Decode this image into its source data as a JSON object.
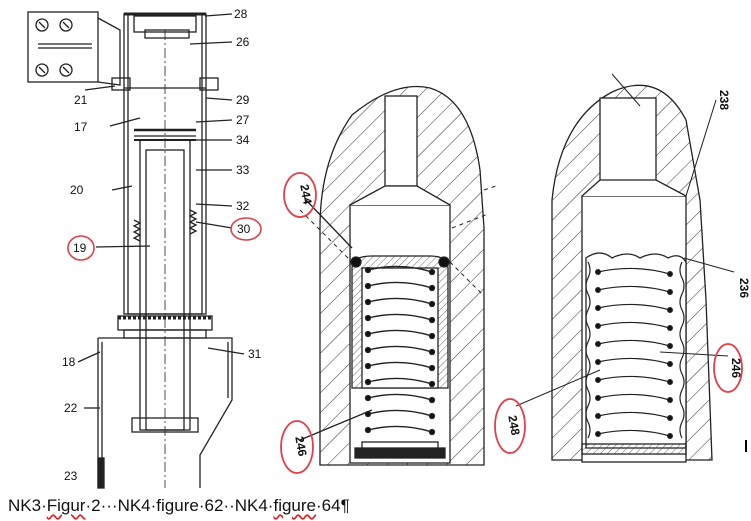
{
  "fig_left": {
    "labels": {
      "l28": "28",
      "l26": "26",
      "l21": "21",
      "l29": "29",
      "l17": "17",
      "l27": "27",
      "l34": "34",
      "l33": "33",
      "l20": "20",
      "l32": "32",
      "l30": "30",
      "l19": "19",
      "l18": "18",
      "l31": "31",
      "l22": "22",
      "l23": "23"
    }
  },
  "fig_mid": {
    "labels": {
      "l244": "244",
      "l246": "246"
    }
  },
  "fig_right": {
    "labels": {
      "l238": "238",
      "l236": "236",
      "l246": "246",
      "l248": "248"
    }
  },
  "caption": {
    "p1": "NK3·",
    "p2": "Figur",
    "p3": "·2···NK4·figure·62",
    "p4": "··NK4·",
    "p5": "figure",
    "p6": "·64¶"
  },
  "colors": {
    "highlight": "#e0404a",
    "ink": "#222222"
  }
}
